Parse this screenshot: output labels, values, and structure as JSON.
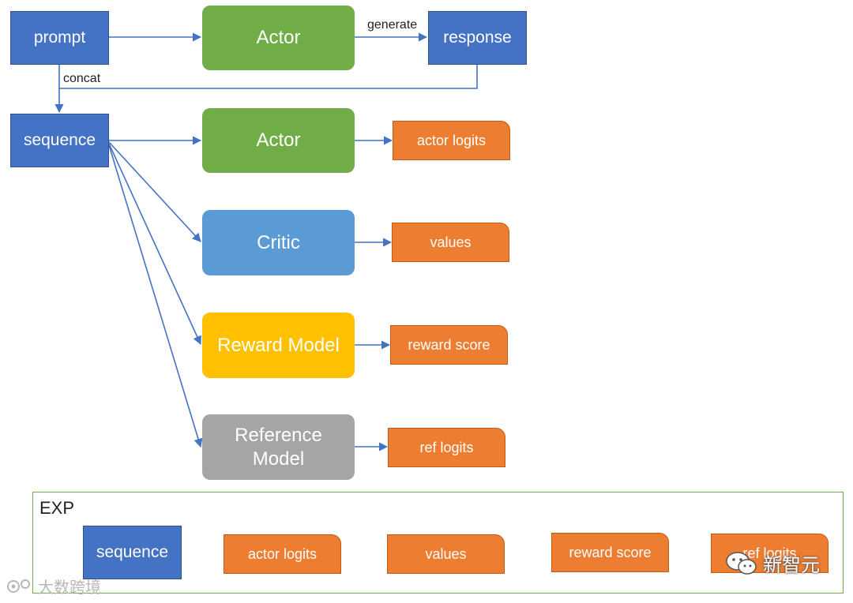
{
  "nodes": {
    "prompt": "prompt",
    "actor_top": "Actor",
    "response": "response",
    "sequence": "sequence",
    "actor": "Actor",
    "critic": "Critic",
    "reward_model": "Reward Model",
    "reference_model": "Reference\nModel",
    "actor_logits": "actor logits",
    "values": "values",
    "reward_score": "reward score",
    "ref_logits": "ref logits"
  },
  "edge_labels": {
    "generate": "generate",
    "concat": "concat"
  },
  "exp": {
    "title": "EXP",
    "items": [
      "sequence",
      "actor logits",
      "values",
      "reward score",
      "ref logits"
    ]
  },
  "watermarks": {
    "left": "大数跨境",
    "right": "新智元"
  },
  "colors": {
    "input_blue": "#4472c4",
    "actor_green": "#70ad47",
    "critic_blue": "#5b9bd5",
    "reward_yellow": "#ffc000",
    "reference_gray": "#a5a5a5",
    "output_orange": "#ed7d31",
    "arrow": "#4472c4",
    "exp_border": "#70ad47"
  }
}
